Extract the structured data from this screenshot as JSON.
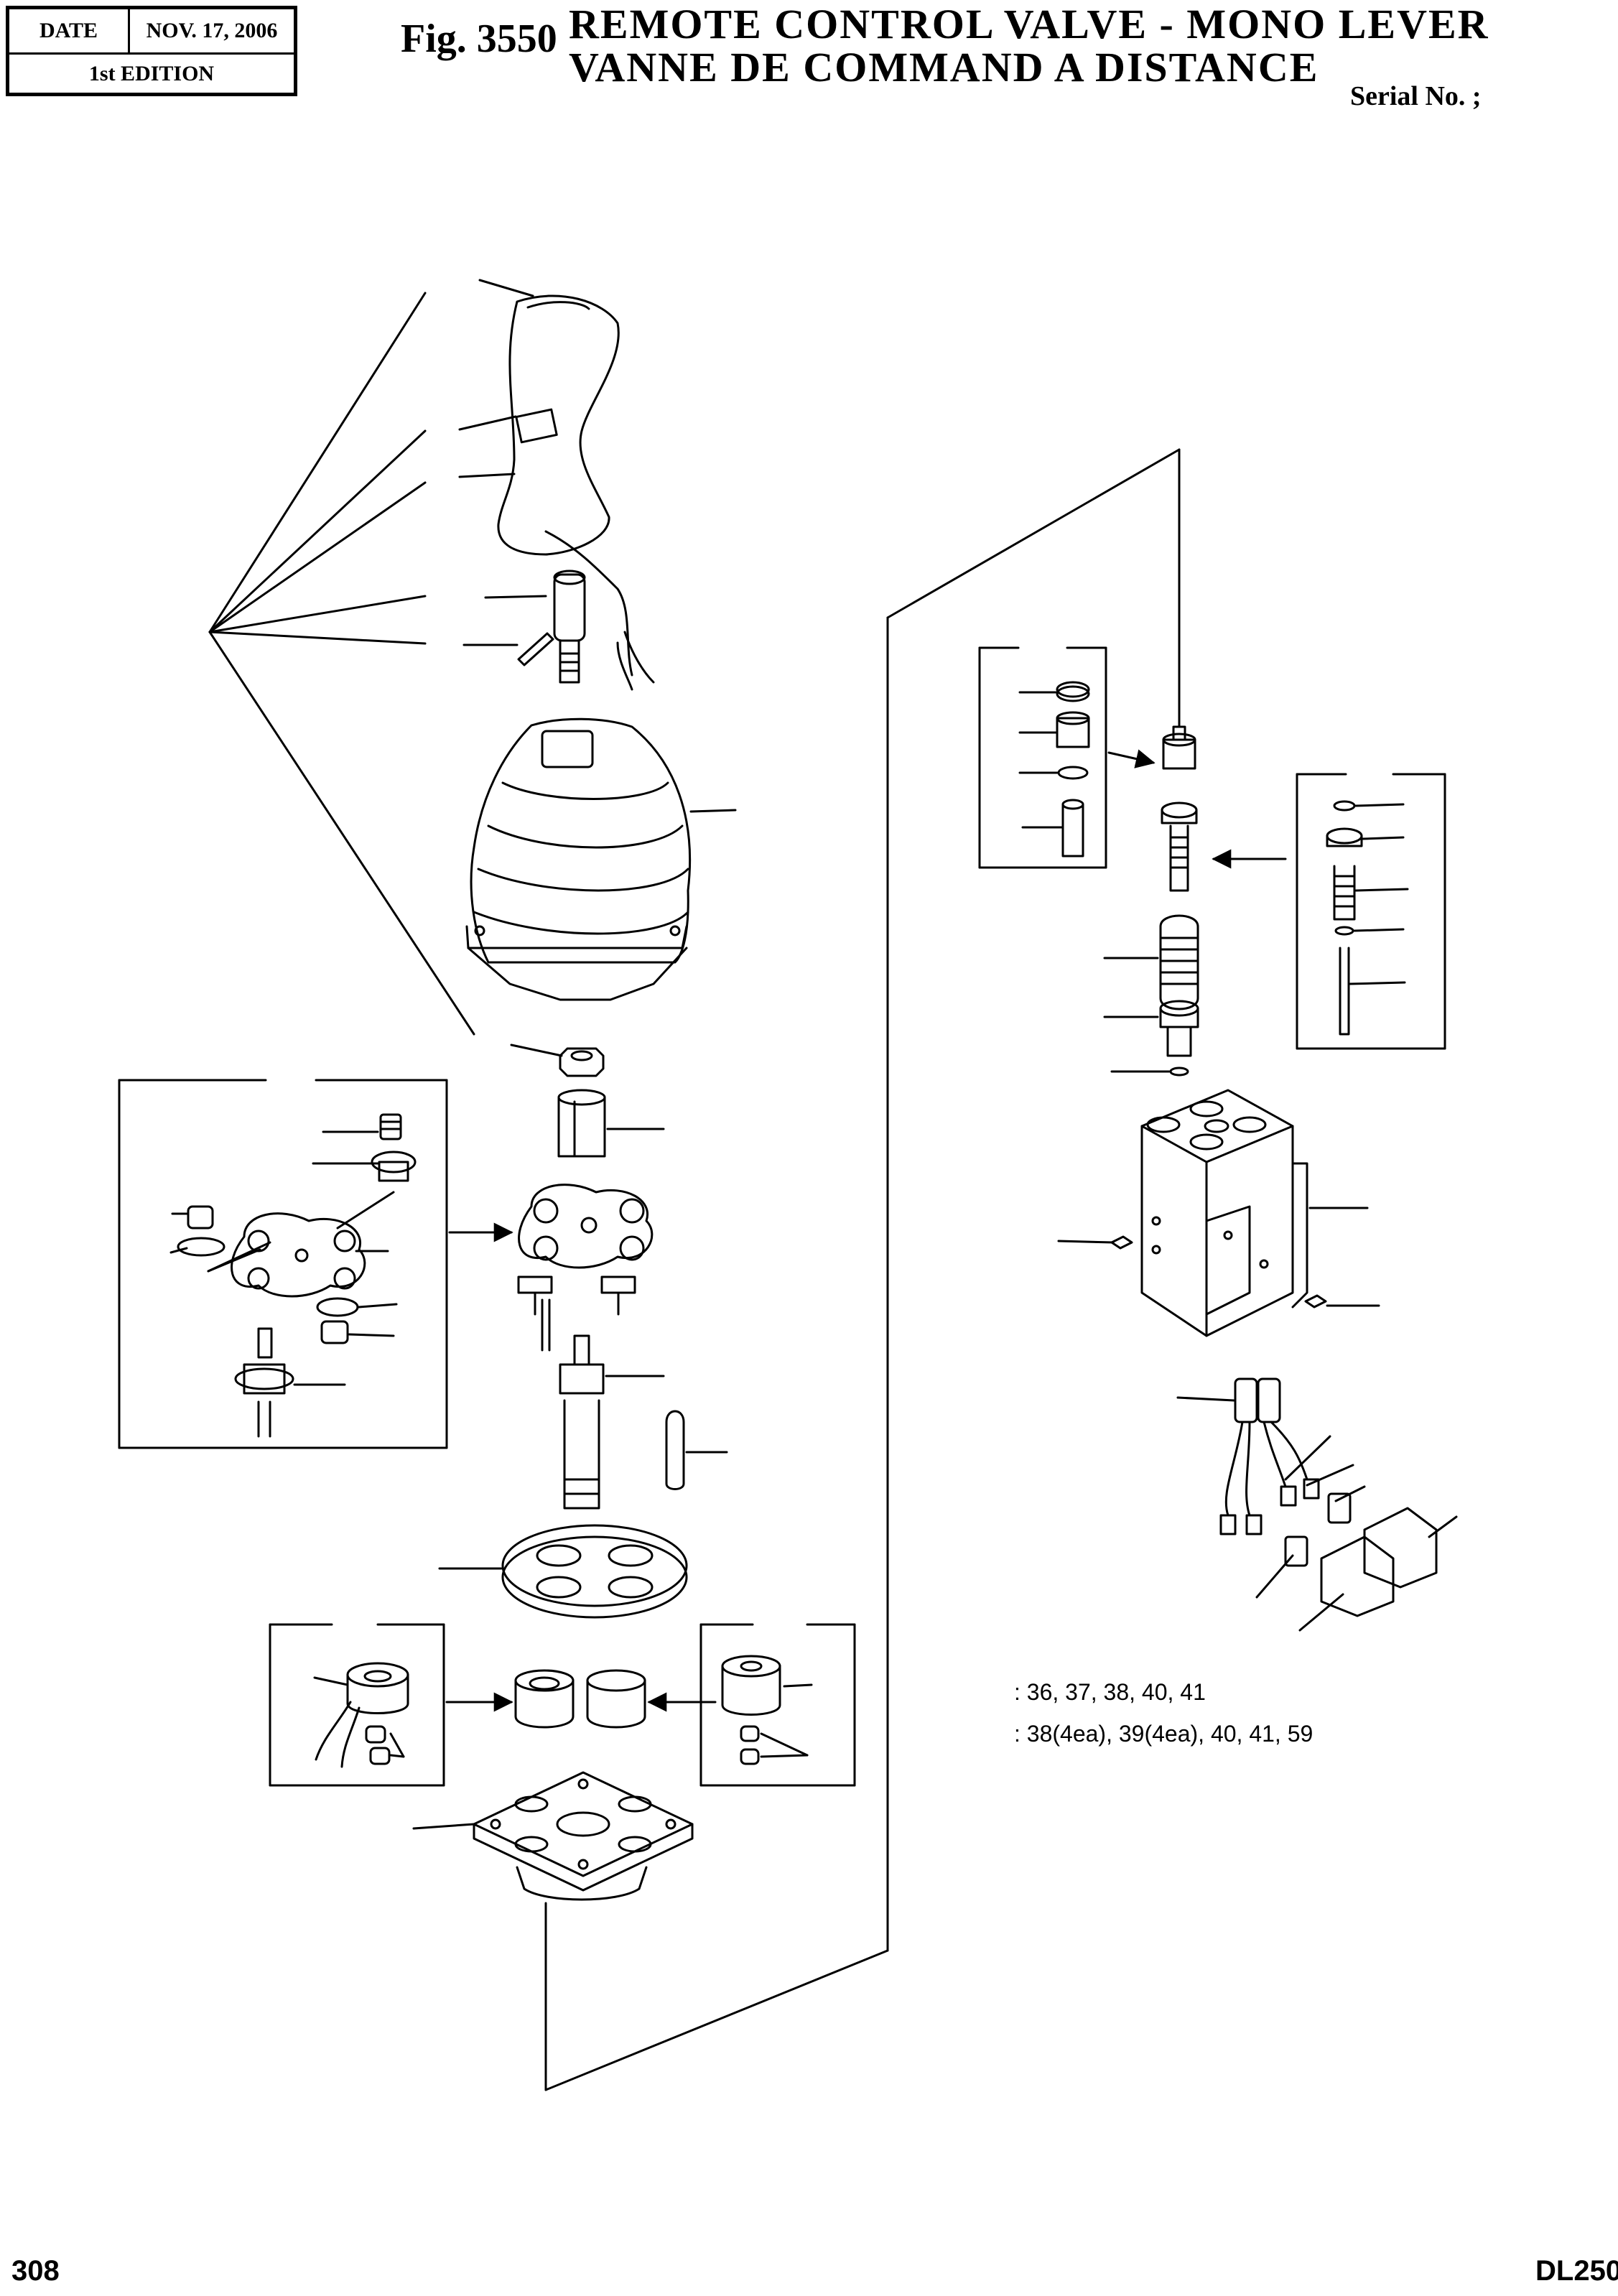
{
  "header": {
    "date_label": "DATE",
    "date_value": "NOV. 17, 2006",
    "edition": "1st EDITION",
    "fig_label": "Fig. 3550",
    "title_en": "REMOTE CONTROL VALVE - MONO LEVER",
    "title_fr": "VANNE DE COMMAND A DISTANCE",
    "serial": "Serial No. ;"
  },
  "notes": {
    "note1": ": 36, 37, 38, 40, 41",
    "note2": ": 38(4ea), 39(4ea), 40, 41, 59"
  },
  "footer": {
    "page": "308",
    "model": "DL250"
  }
}
